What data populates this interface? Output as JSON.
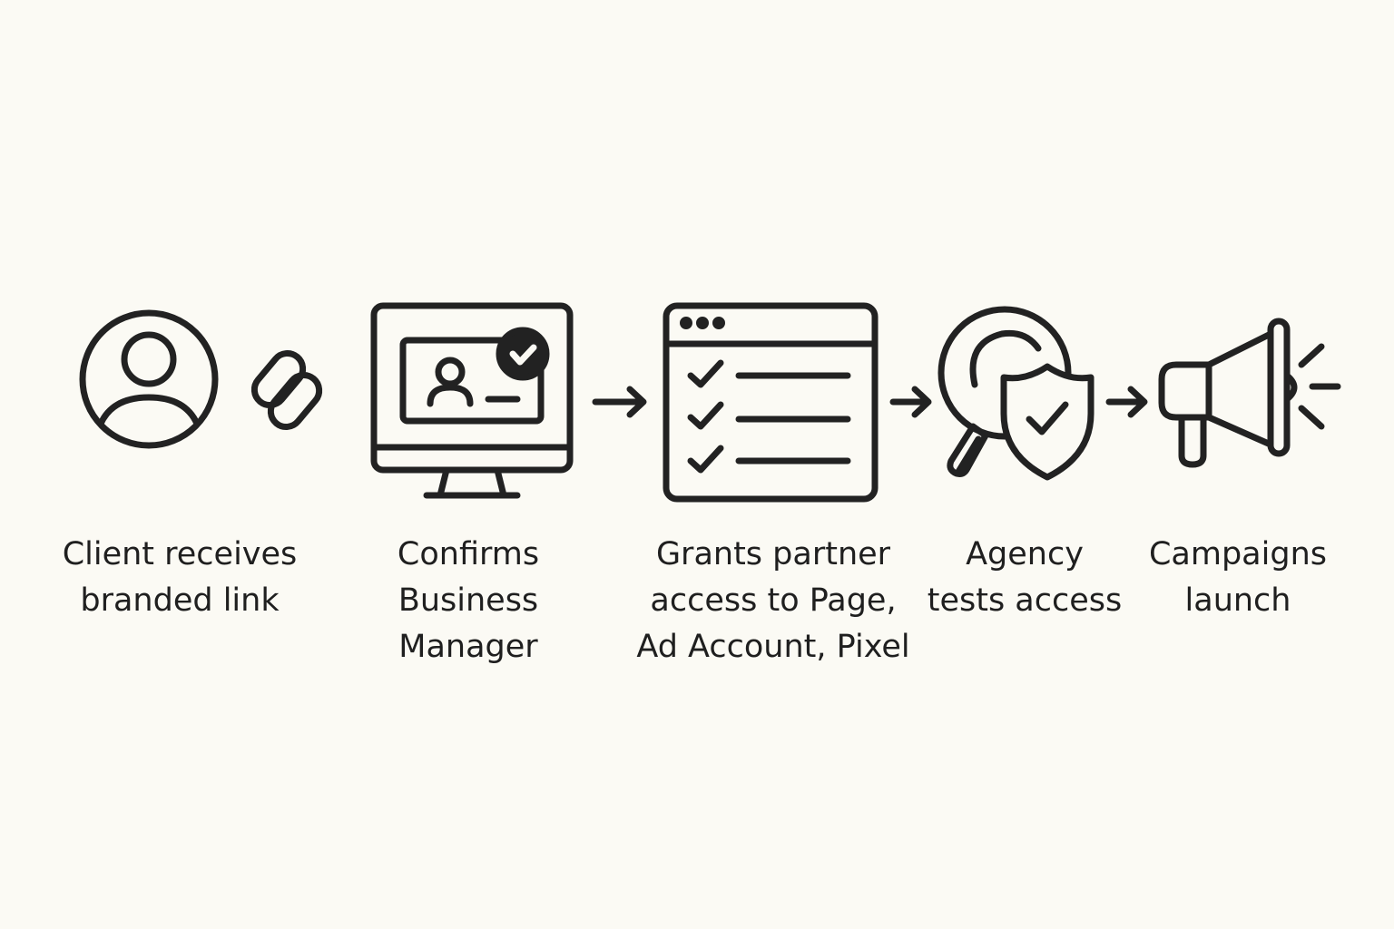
{
  "steps": [
    {
      "icon": "user-circle-icon",
      "label_lines": [
        "Client receives",
        "branded link"
      ]
    },
    {
      "icon": "monitor-profile-check-icon",
      "label_lines": [
        "Confirms",
        "Business",
        "Manager"
      ]
    },
    {
      "icon": "browser-checklist-icon",
      "label_lines": [
        "Grants partner",
        "access to Page,",
        "Ad Account, Pixel"
      ]
    },
    {
      "icon": "magnifier-shield-check-icon",
      "label_lines": [
        "Agency",
        "tests access"
      ]
    },
    {
      "icon": "megaphone-icon",
      "label_lines": [
        "Campaigns",
        "launch"
      ]
    }
  ],
  "connectors": [
    "link-icon",
    "arrow-right-icon",
    "arrow-right-icon",
    "arrow-right-icon"
  ],
  "colors": {
    "background": "#fbfaf4",
    "stroke": "#222222",
    "text": "#1f1f1f"
  }
}
